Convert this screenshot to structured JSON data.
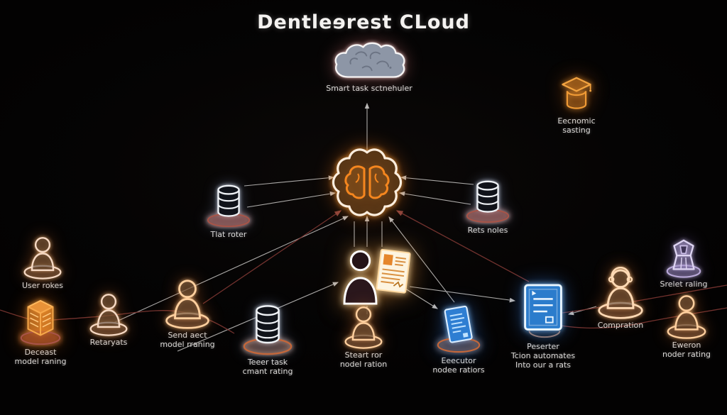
{
  "title": "Dentleɘrest CLoud",
  "nodes": {
    "scheduler": {
      "label": "Smart task sctnehuler"
    },
    "economic": {
      "line1": "Eecnomic",
      "line2": "sasting"
    },
    "flat_roter": {
      "label": "Tlat roter"
    },
    "rets_noles": {
      "label": "Rets noles"
    },
    "user_rokes": {
      "label": "User rokes"
    },
    "deceast": {
      "line1": "Deceast",
      "line2": "model raning"
    },
    "retaryats": {
      "label": "Retaryats"
    },
    "send_aect": {
      "line1": "Send aect",
      "line2": "model rraning"
    },
    "teer_task": {
      "line1": "Teeer task",
      "line2": "cmant rating"
    },
    "steart_ror": {
      "line1": "Steart ror",
      "line2": "nodel ration"
    },
    "executor": {
      "line1": "Eeecutor",
      "line2": "nodee ratiors"
    },
    "peserter": {
      "line1": "Peserter",
      "line2": "Tcion automates",
      "line3": "Into our a rats"
    },
    "compration": {
      "label": "Compration"
    },
    "srelet": {
      "label": "Srelet raling"
    },
    "eweron": {
      "line1": "Eweron",
      "line2": "noder rating"
    }
  },
  "colors": {
    "background": "#050404",
    "neon_white": "#eef1f5",
    "neon_warm": "#ffd9ae",
    "neon_orange": "#f0962e",
    "neon_blue": "#2e7ed2",
    "neon_purple": "#ded4f2",
    "line_white": "#c9c7c5",
    "line_red": "#7e3733",
    "base_red": "#a85448"
  }
}
